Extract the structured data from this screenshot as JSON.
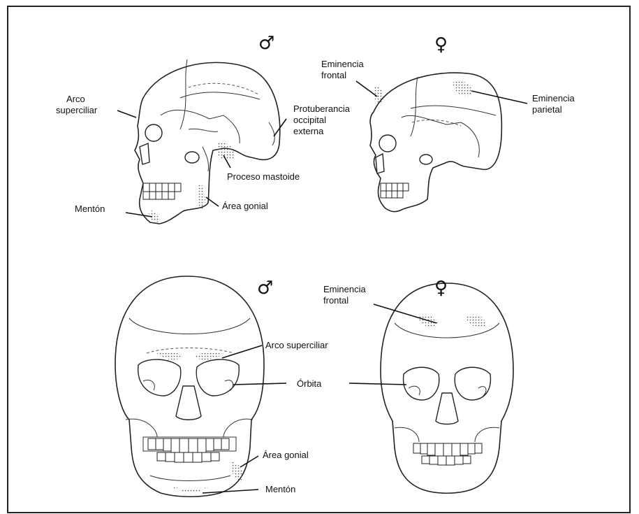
{
  "symbols": {
    "male": "♂",
    "female": "♀"
  },
  "lateral_male_labels": {
    "arco_superciliar_1": "Arco",
    "arco_superciliar_2": "superciliar",
    "protuberancia_1": "Protuberancia",
    "protuberancia_2": "occipital",
    "protuberancia_3": "externa",
    "proceso_mastoide": "Proceso mastoide",
    "area_gonial": "Área gonial",
    "menton": "Mentón"
  },
  "lateral_female_labels": {
    "eminencia_frontal_1": "Eminencia",
    "eminencia_frontal_2": "frontal",
    "eminencia_parietal_1": "Eminencia",
    "eminencia_parietal_2": "parietal"
  },
  "frontal_labels": {
    "eminencia_frontal_1": "Eminencia",
    "eminencia_frontal_2": "frontal",
    "arco_superciliar": "Arco superciliar",
    "orbita": "Órbita",
    "area_gonial": "Área gonial",
    "menton": "Mentón"
  }
}
